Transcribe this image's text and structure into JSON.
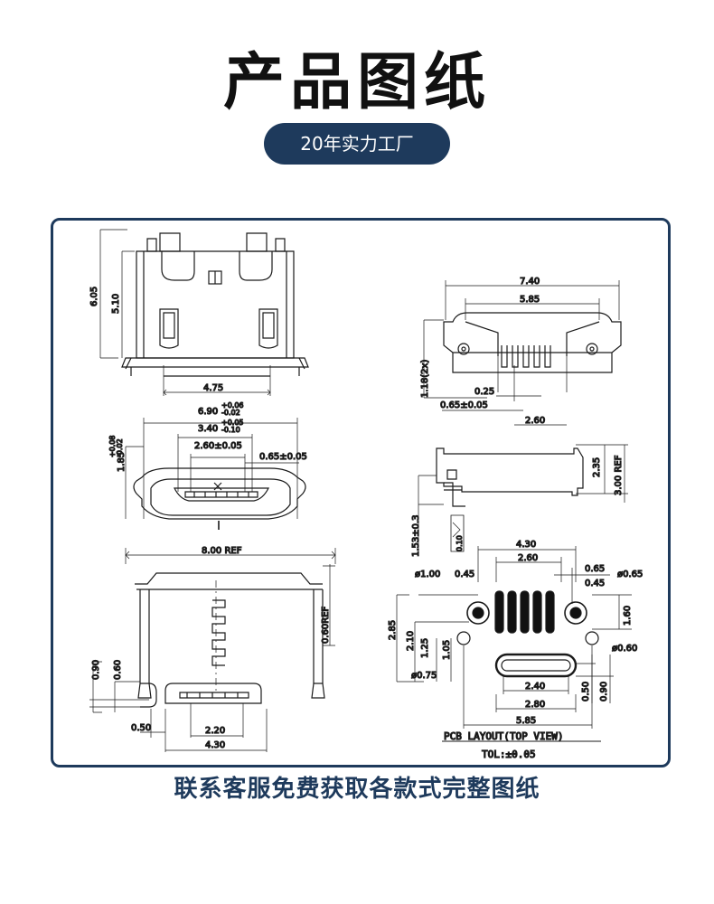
{
  "header": {
    "title": "产品图纸",
    "badge": "20年实力工厂"
  },
  "footer": {
    "text": "联系客服免费获取各款式完整图纸"
  },
  "drawing": {
    "top_left": {
      "d_605": "6.05",
      "d_510": "5.10",
      "d_475": "4.75"
    },
    "mid_left": {
      "d_690": "6.90",
      "d_690_tol_up": "+0.06",
      "d_690_tol_dn": "-0.02",
      "d_340": "3.40",
      "d_340_tol_up": "+0.05",
      "d_340_tol_dn": "-0.10",
      "d_260": "2.60±0.05",
      "d_065": "0.65±0.05",
      "d_185": "1.85",
      "d_185_tol_up": "+0.08",
      "d_185_tol_dn": "-0.02"
    },
    "bottom_left": {
      "d_800": "8.00 REF",
      "d_060ref": "0.60REF",
      "d_090": "0.90",
      "d_060": "0.60",
      "d_050": "0.50",
      "d_220": "2.20",
      "d_430": "4.30"
    },
    "top_right": {
      "d_740": "7.40",
      "d_585": "5.85",
      "d_118": "1.18(2x)",
      "d_025": "0.25",
      "d_065": "0.65±0.05",
      "d_260": "2.60"
    },
    "mid_right": {
      "d_235": "2.35",
      "d_300ref": "3.00 REF",
      "d_153": "1.53±0.3",
      "flat": "0.10"
    },
    "pcb": {
      "d_430": "4.30",
      "d_260": "2.60",
      "d_065": "0.65",
      "d_045a": "0.45",
      "d_045b": "0.45",
      "phi_100": "ø1.00",
      "phi_065": "ø0.65",
      "phi_060": "ø0.60",
      "phi_075": "ø0.75",
      "d_285": "2.85",
      "d_210": "2.10",
      "d_125": "1.25",
      "d_105": "1.05",
      "d_160": "1.60",
      "d_240": "2.40",
      "d_280": "2.80",
      "d_585": "5.85",
      "d_050": "0.50",
      "d_090": "0.90",
      "layout_label": "PCB LAYOUT(TOP VIEW)",
      "tol_label": "TOL:±0.05"
    }
  }
}
